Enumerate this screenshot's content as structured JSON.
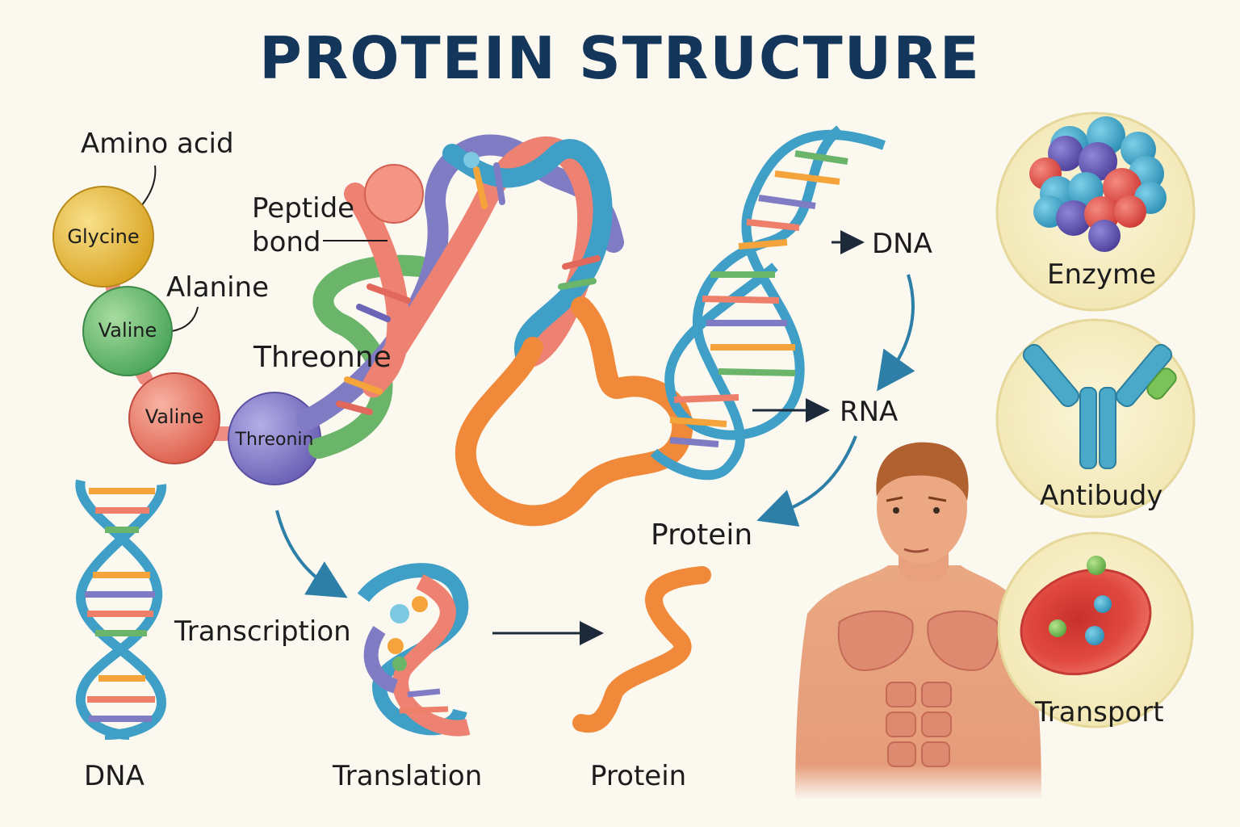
{
  "title": "PROTEIN STRUCTURE",
  "labels": {
    "amino_acid": "Amino acid",
    "peptide_bond_1": "Peptide",
    "peptide_bond_2": "bond",
    "alanine": "Alanine",
    "threonne": "Threonne",
    "dna_right": "DNA",
    "rna_right": "RNA",
    "protein_right": "Protein",
    "transcription": "Transcription",
    "dna_bottom": "DNA",
    "translation": "Translation",
    "protein_bottom": "Protein"
  },
  "chain": [
    {
      "name": "Glycine",
      "color": "#e9bd3a"
    },
    {
      "name": "Valine",
      "color": "#6cbf6e"
    },
    {
      "name": "Valine",
      "color": "#ee7f6a"
    },
    {
      "name": "Threonin",
      "color": "#8a80cc"
    }
  ],
  "functions": [
    {
      "name": "Enzyme"
    },
    {
      "name": "Antibudy"
    },
    {
      "name": "Transport"
    }
  ],
  "colors": {
    "title": "#14365a",
    "dna_blue": "#3f9fc6",
    "ribbon_orange": "#f08a3a",
    "ribbon_salmon": "#ee8272",
    "ribbon_purple": "#7f7cc4",
    "ribbon_green": "#6bb56a",
    "circle_bg": "#f6efc4",
    "skin": "#e9a17f"
  }
}
